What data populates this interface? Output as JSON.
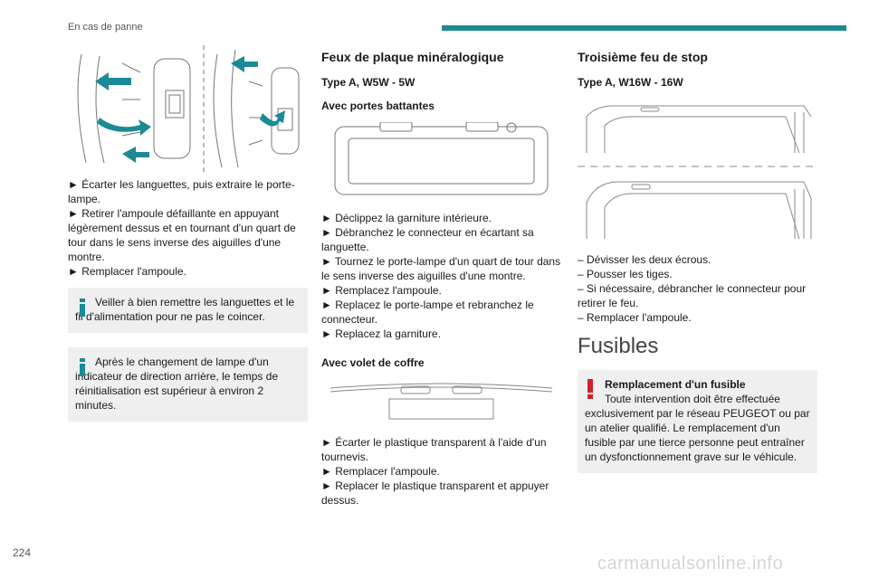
{
  "header": {
    "section": "En cas de panne",
    "accent_color": "#1c8a96"
  },
  "page_number": "224",
  "watermark": "carmanualsonline.info",
  "col1": {
    "steps": [
      "► Écarter les languettes, puis extraire le porte-lampe.",
      "► Retirer l'ampoule défaillante en appuyant légèrement dessus et en tournant d'un quart de tour dans le sens inverse des aiguilles d'une montre.",
      "► Remplacer l'ampoule."
    ],
    "note1": "Veiller à bien remettre les languettes et le fil d'alimentation pour ne pas le coincer.",
    "note2": "Après le changement de lampe d'un indicateur de direction arrière, le temps de réinitialisation est supérieur à environ 2 minutes."
  },
  "col2": {
    "title": "Feux de plaque minéralogique",
    "type": "Type A, W5W - 5W",
    "sub1": "Avec portes battantes",
    "steps1": [
      "► Déclippez la garniture intérieure.",
      "► Débranchez le connecteur en écartant sa languette.",
      "► Tournez le porte-lampe d'un quart de tour dans le sens inverse des aiguilles d'une montre.",
      "► Remplacez l'ampoule.",
      "► Replacez le porte-lampe et rebranchez le connecteur.",
      "► Replacez la garniture."
    ],
    "sub2": "Avec volet de coffre",
    "steps2": [
      "► Écarter le plastique transparent à l'aide d'un tournevis.",
      "► Remplacer l'ampoule.",
      "► Replacer le plastique transparent et appuyer dessus."
    ]
  },
  "col3": {
    "title": "Troisième feu de stop",
    "type": "Type A, W16W - 16W",
    "steps": [
      "– Dévisser les deux écrous.",
      "– Pousser les tiges.",
      "– Si nécessaire, débrancher le connecteur pour retirer le feu.",
      "– Remplacer l'ampoule."
    ],
    "fuses_title": "Fusibles",
    "warn_title": "Remplacement d'un fusible",
    "warn_line1": "Toute intervention doit être effectuée",
    "warn_rest": "exclusivement par le réseau PEUGEOT ou par un atelier qualifié. Le remplacement d'un fusible par une tierce personne peut entraîner un dysfonctionnement grave sur le véhicule."
  }
}
